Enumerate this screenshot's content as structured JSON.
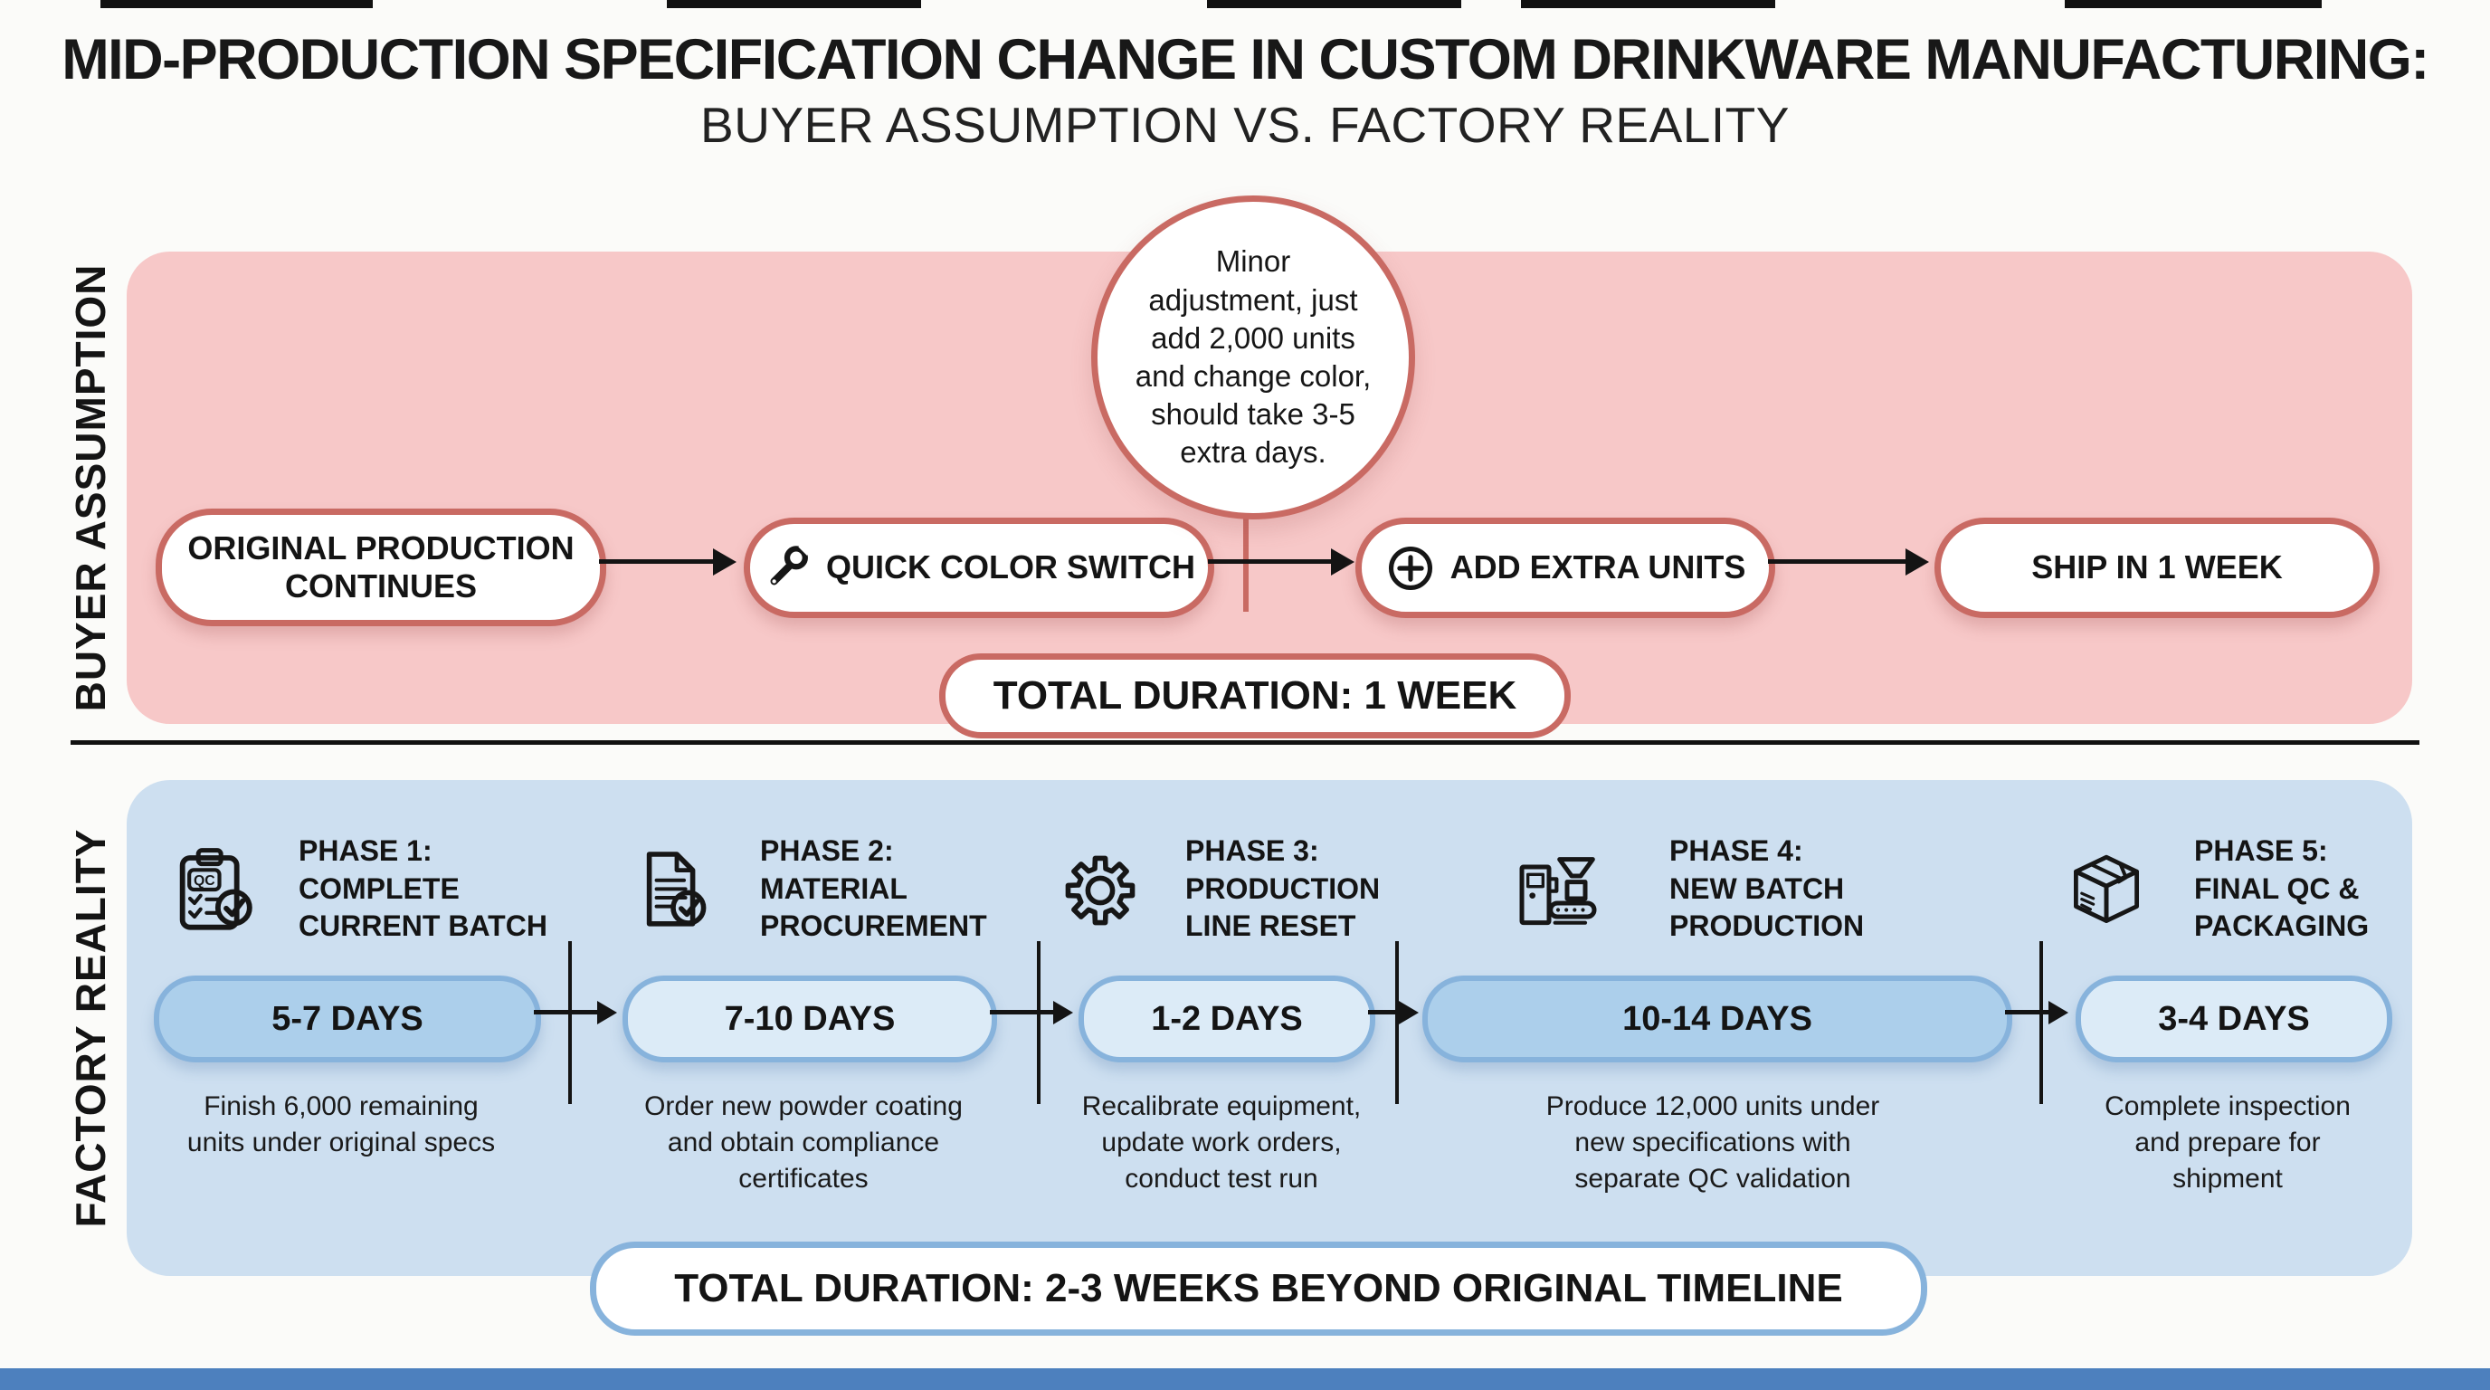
{
  "header": {
    "title": "MID-PRODUCTION SPECIFICATION CHANGE IN CUSTOM DRINKWARE MANUFACTURING:",
    "subtitle": "BUYER ASSUMPTION VS. FACTORY REALITY"
  },
  "colors": {
    "buyer_panel": "#f7c8c8",
    "buyer_accent": "#c96a63",
    "factory_panel": "#cddff0",
    "factory_accent": "#87b3dc",
    "duration_pill_dark": "#accfeb",
    "duration_pill_light": "#dcebf7",
    "bottom_strip": "#4d80be"
  },
  "buyer_section": {
    "label": "BUYER ASSUMPTION",
    "speech_bubble": "Minor\nadjustment, just\nadd 2,000 units\nand change color,\nshould take 3-5\nextra days.",
    "steps": [
      {
        "label": "ORIGINAL PRODUCTION\nCONTINUES"
      },
      {
        "label": "QUICK COLOR SWITCH",
        "icon": "wrench-icon"
      },
      {
        "label": "ADD EXTRA UNITS",
        "icon": "plus-circle-icon"
      },
      {
        "label": "SHIP IN 1 WEEK"
      }
    ],
    "total_duration": "TOTAL DURATION: 1 WEEK"
  },
  "factory_section": {
    "label": "FACTORY REALITY",
    "phases": [
      {
        "title": "PHASE 1:\nCOMPLETE\nCURRENT BATCH",
        "icon": "clipboard-qc-icon",
        "duration": "5-7 DAYS",
        "description": "Finish 6,000 remaining\nunits under original specs"
      },
      {
        "title": "PHASE 2:\nMATERIAL\nPROCUREMENT",
        "icon": "document-check-icon",
        "duration": "7-10 DAYS",
        "description": "Order new powder coating\nand obtain compliance\ncertificates"
      },
      {
        "title": "PHASE 3:\nPRODUCTION\nLINE RESET",
        "icon": "gear-icon",
        "duration": "1-2 DAYS",
        "description": "Recalibrate equipment,\nupdate work orders,\nconduct test run"
      },
      {
        "title": "PHASE 4:\nNEW BATCH\nPRODUCTION",
        "icon": "production-machine-icon",
        "duration": "10-14 DAYS",
        "description": "Produce 12,000 units under\nnew specifications with\nseparate QC validation"
      },
      {
        "title": "PHASE 5:\nFINAL QC &\nPACKAGING",
        "icon": "package-box-icon",
        "duration": "3-4 DAYS",
        "description": "Complete inspection\nand prepare for\nshipment"
      }
    ],
    "total_duration": "TOTAL DURATION: 2-3 WEEKS BEYOND ORIGINAL TIMELINE"
  }
}
